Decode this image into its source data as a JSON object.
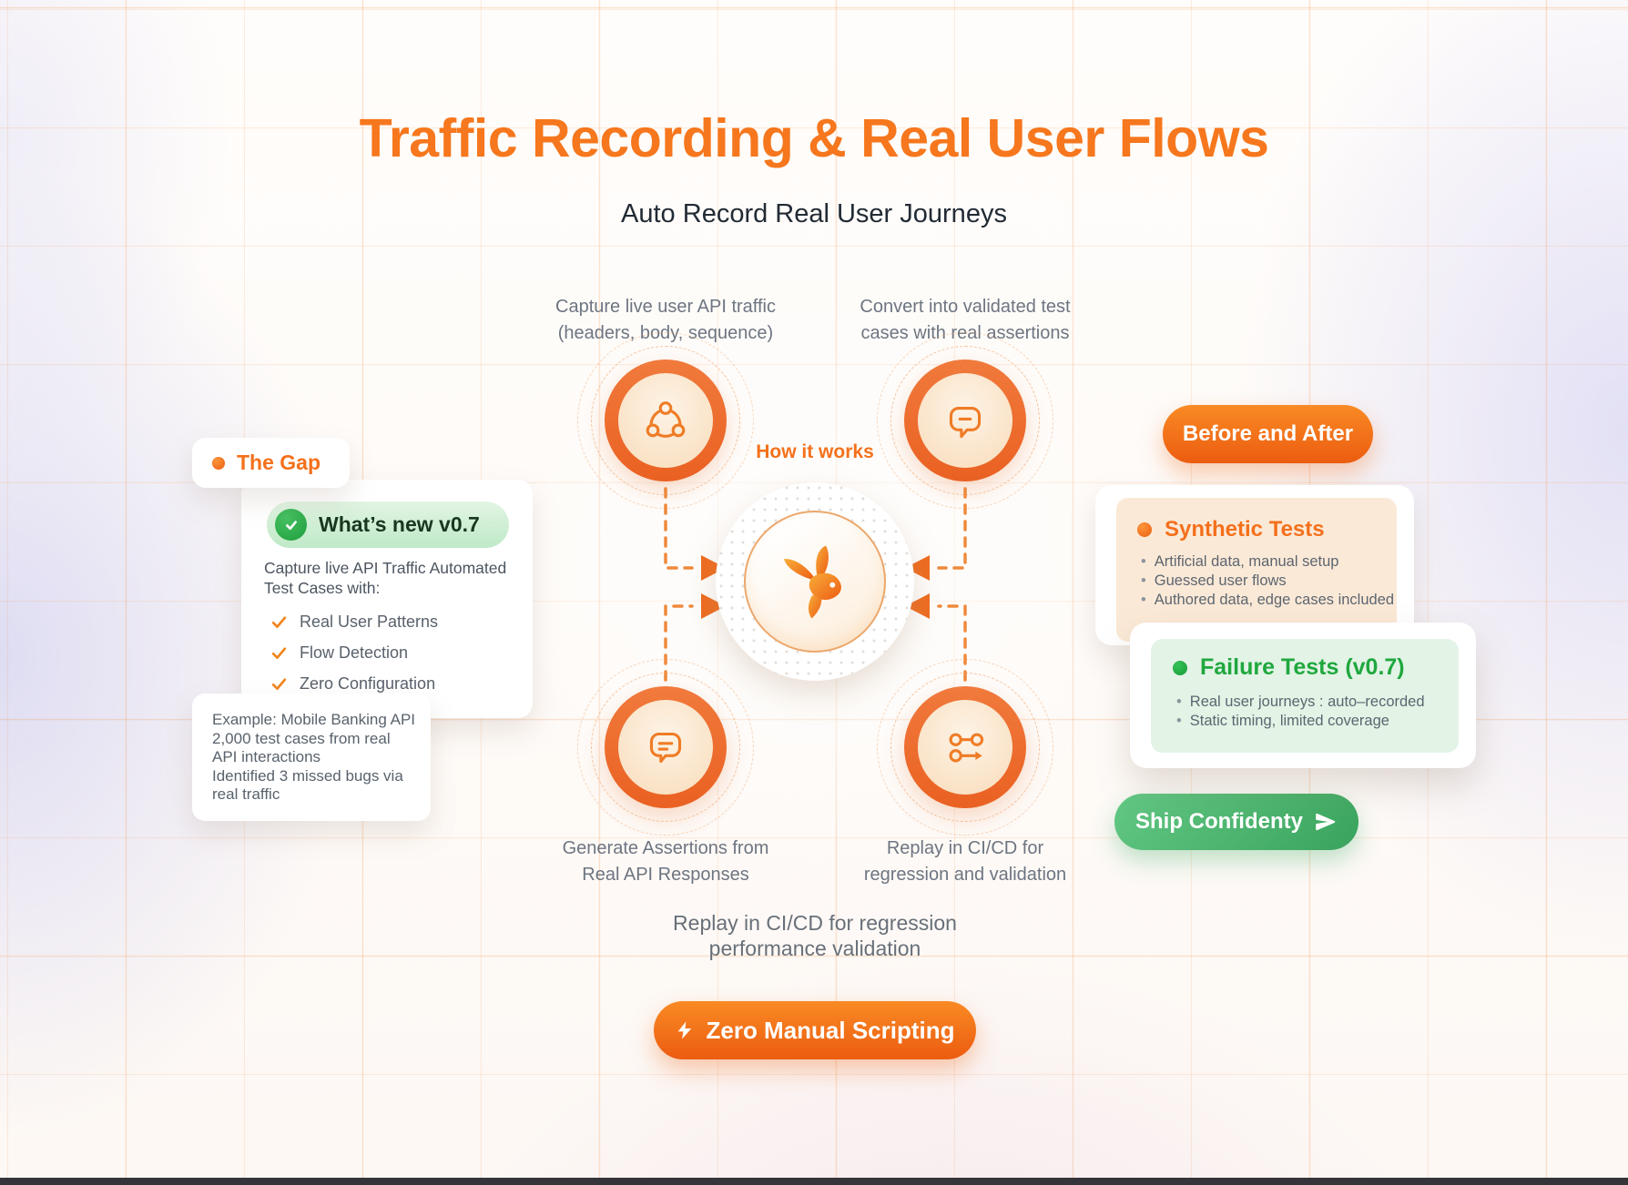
{
  "header": {
    "title": "Traffic Recording & Real User Flows",
    "subtitle": "Auto Record Real User Journeys"
  },
  "gap_panel": {
    "badge_label": "The Gap",
    "whats_new_label": "What’s new v0.7",
    "intro_text": "Capture live API Traffic Automated Test Cases with:",
    "checklist": [
      "Real User Patterns",
      "Flow Detection",
      "Zero Configuration"
    ],
    "example_lines": [
      "Example: Mobile Banking API",
      "2,000 test cases from real",
      "API interactions",
      "Identified 3 missed bugs via",
      "real traffic"
    ]
  },
  "diagram": {
    "center_label": "How it works",
    "hub_icon": "rabbit-logo-icon",
    "nodes": [
      {
        "id": "capture",
        "icon": "network-icon",
        "line1": "Capture live user API traffic",
        "line2": "(headers, body, sequence)"
      },
      {
        "id": "convert",
        "icon": "chat-minus-icon",
        "line1": "Convert into validated test",
        "line2": "cases with real assertions"
      },
      {
        "id": "generate",
        "icon": "chat-lines-icon",
        "line1": "Generate Assertions from",
        "line2": "Real API Responses"
      },
      {
        "id": "replay",
        "icon": "workflow-arrow-icon",
        "line1": "Replay in CI/CD for",
        "line2": "regression and validation"
      }
    ]
  },
  "comparison_panel": {
    "badge_label": "Before and After",
    "synthetic": {
      "title": "Synthetic Tests",
      "bullets": [
        "Artificial data, manual setup",
        "Guessed user flows",
        "Authored data, edge cases included"
      ]
    },
    "failure": {
      "title": "Failure Tests (v0.7)",
      "bullets": [
        "Real user journeys : auto–recorded",
        "Static timing, limited coverage"
      ]
    },
    "cta_label": "Ship Confidenty"
  },
  "footer": {
    "line1": "Replay in CI/CD for regression",
    "line2": "performance validation",
    "cta_label": "Zero Manual Scripting"
  },
  "colors": {
    "orange": "#f4711c",
    "orange_deep": "#ee5c10",
    "green": "#2fae4a",
    "green_dark": "#1fa83e",
    "peach_card": "#fbe9d7",
    "green_card": "#e3f3e6",
    "text_dark": "#222b35",
    "text_gray": "#5d6670"
  }
}
